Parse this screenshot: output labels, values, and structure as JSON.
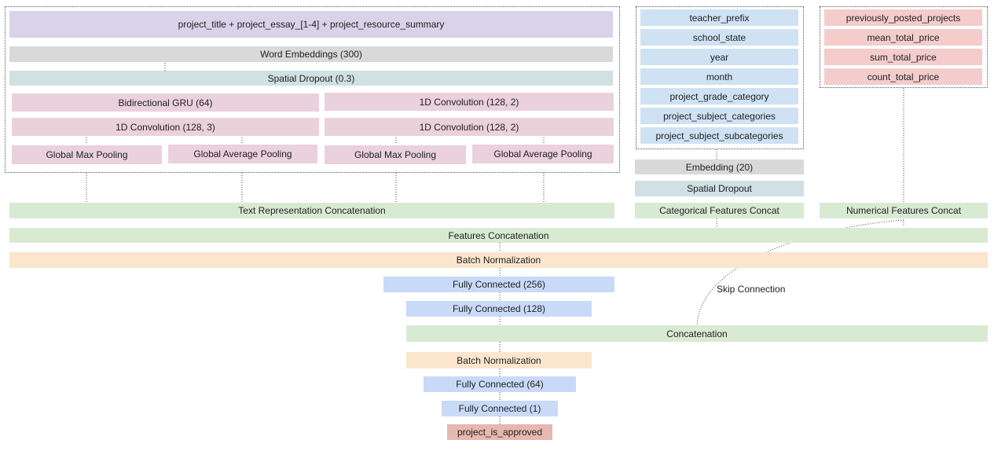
{
  "text_branch": {
    "input": "project_title + project_essay_[1-4] + project_resource_summary",
    "embeddings": "Word Embeddings (300)",
    "dropout": "Spatial Dropout (0.3)",
    "left": {
      "gru": "Bidirectional GRU (64)",
      "conv": "1D Convolution (128, 3)",
      "max_pool": "Global Max Pooling",
      "avg_pool": "Global Average Pooling"
    },
    "right": {
      "conv1": "1D Convolution (128, 2)",
      "conv2": "1D Convolution (128, 2)",
      "max_pool": "Global Max Pooling",
      "avg_pool": "Global Average Pooling"
    },
    "concat": "Text Representation Concatenation"
  },
  "categorical_branch": {
    "features": [
      "teacher_prefix",
      "school_state",
      "year",
      "month",
      "project_grade_category",
      "project_subject_categories",
      "project_subject_subcategories"
    ],
    "embedding": "Embedding (20)",
    "dropout": "Spatial Dropout",
    "concat": "Categorical Features Concat"
  },
  "numerical_branch": {
    "features": [
      "previously_posted_projects",
      "mean_total_price",
      "sum_total_price",
      "count_total_price"
    ],
    "concat": "Numerical Features Concat"
  },
  "head": {
    "features_concat": "Features Concatenation",
    "batch_norm_1": "Batch Normalization",
    "fc_256": "Fully Connected (256)",
    "fc_128": "Fully Connected (128)",
    "skip_label": "Skip Connection",
    "concat": "Concatenation",
    "batch_norm_2": "Batch Normalization",
    "fc_64": "Fully Connected (64)",
    "fc_1": "Fully Connected (1)",
    "output": "project_is_approved"
  },
  "colors": {
    "input": "#d9d2e9",
    "embedding": "#d9d9d9",
    "dropout": "#d0e0e3",
    "text_layers": "#ead1dc",
    "categorical": "#cfe2f3",
    "numerical": "#f4cccc",
    "concat": "#d9ead3",
    "batch_norm": "#fce5cd",
    "fully_connected": "#c9daf8",
    "output": "#e6b8af"
  }
}
